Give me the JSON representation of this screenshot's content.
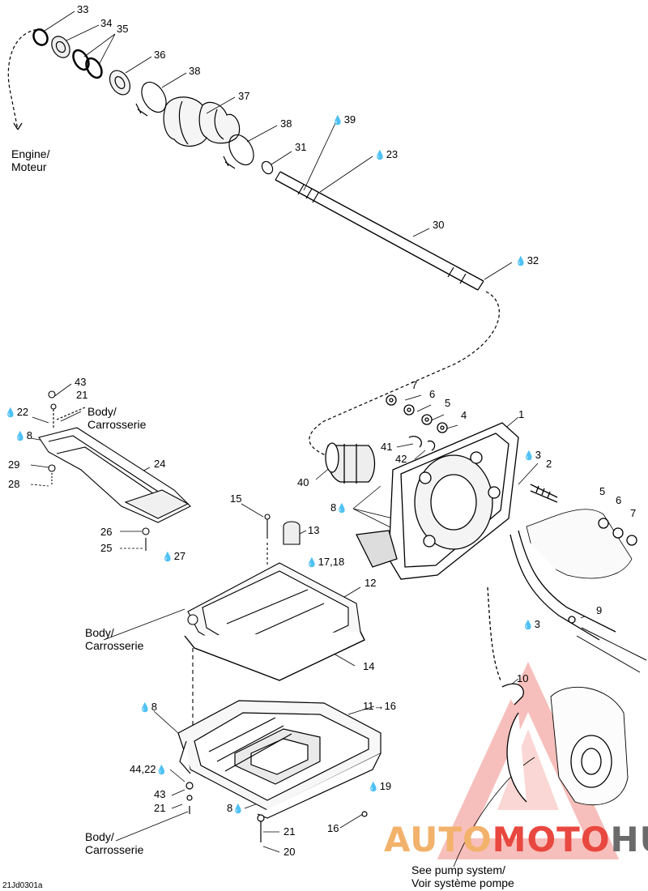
{
  "diagram": {
    "code": "21Jd0301a",
    "notes": {
      "engine": [
        "Engine/",
        "Moteur"
      ],
      "body_upper": [
        "Body/",
        "Carrosserie"
      ],
      "body_mid": [
        "Body/",
        "Carrosserie"
      ],
      "body_lower": [
        "Body/",
        "Carrosserie"
      ],
      "pump": [
        "See pump system/",
        "Voir système pompe"
      ]
    },
    "callouts": [
      {
        "id": "c33",
        "text": "33",
        "drop": false
      },
      {
        "id": "c34",
        "text": "34",
        "drop": false
      },
      {
        "id": "c35",
        "text": "35",
        "drop": false
      },
      {
        "id": "c36",
        "text": "36",
        "drop": false
      },
      {
        "id": "c38a",
        "text": "38",
        "drop": false
      },
      {
        "id": "c37",
        "text": "37",
        "drop": false
      },
      {
        "id": "c38b",
        "text": "38",
        "drop": false
      },
      {
        "id": "c39",
        "text": "39",
        "drop": true
      },
      {
        "id": "c31",
        "text": "31",
        "drop": false
      },
      {
        "id": "c23",
        "text": "23",
        "drop": true
      },
      {
        "id": "c30",
        "text": "30",
        "drop": false
      },
      {
        "id": "c32",
        "text": "32",
        "drop": true
      },
      {
        "id": "c43a",
        "text": "43",
        "drop": false
      },
      {
        "id": "c21a",
        "text": "21",
        "drop": false
      },
      {
        "id": "c22",
        "text": "22",
        "drop": true
      },
      {
        "id": "c8a",
        "text": "8",
        "drop": true
      },
      {
        "id": "c29",
        "text": "29",
        "drop": false
      },
      {
        "id": "c24",
        "text": "24",
        "drop": false
      },
      {
        "id": "c28",
        "text": "28",
        "drop": false
      },
      {
        "id": "c26",
        "text": "26",
        "drop": false
      },
      {
        "id": "c25",
        "text": "25",
        "drop": false
      },
      {
        "id": "c27",
        "text": "27",
        "drop": true
      },
      {
        "id": "c7a",
        "text": "7",
        "drop": false
      },
      {
        "id": "c6a",
        "text": "6",
        "drop": false
      },
      {
        "id": "c5a",
        "text": "5",
        "drop": false
      },
      {
        "id": "c4",
        "text": "4",
        "drop": false
      },
      {
        "id": "c1",
        "text": "1",
        "drop": false
      },
      {
        "id": "c41",
        "text": "41",
        "drop": false
      },
      {
        "id": "c42",
        "text": "42",
        "drop": false
      },
      {
        "id": "c40",
        "text": "40",
        "drop": false
      },
      {
        "id": "c3a",
        "text": "3",
        "drop": true
      },
      {
        "id": "c2",
        "text": "2",
        "drop": false
      },
      {
        "id": "c8b",
        "text": "8",
        "drop": true
      },
      {
        "id": "c15",
        "text": "15",
        "drop": false
      },
      {
        "id": "c13",
        "text": "13",
        "drop": false
      },
      {
        "id": "c1718",
        "text": "17,18",
        "drop": true
      },
      {
        "id": "c5b",
        "text": "5",
        "drop": false
      },
      {
        "id": "c6b",
        "text": "6",
        "drop": false
      },
      {
        "id": "c7b",
        "text": "7",
        "drop": false
      },
      {
        "id": "c12",
        "text": "12",
        "drop": false
      },
      {
        "id": "c9",
        "text": "9",
        "drop": false
      },
      {
        "id": "c3b",
        "text": "3",
        "drop": true
      },
      {
        "id": "c14",
        "text": "14",
        "drop": false
      },
      {
        "id": "c10",
        "text": "10",
        "drop": false
      },
      {
        "id": "c8c",
        "text": "8",
        "drop": true
      },
      {
        "id": "c1116",
        "text": "11→16",
        "drop": false
      },
      {
        "id": "c4422",
        "text": "44,22",
        "drop": true
      },
      {
        "id": "c43b",
        "text": "43",
        "drop": false
      },
      {
        "id": "c21b",
        "text": "21",
        "drop": false
      },
      {
        "id": "c8d",
        "text": "8",
        "drop": true
      },
      {
        "id": "c19",
        "text": "19",
        "drop": true
      },
      {
        "id": "c16",
        "text": "16",
        "drop": false
      },
      {
        "id": "c21c",
        "text": "21",
        "drop": false
      },
      {
        "id": "c20",
        "text": "20",
        "drop": false
      }
    ]
  },
  "watermark": {
    "parts": [
      "AUTO",
      "MOTO",
      "HUB"
    ],
    "colors": [
      "#f2b26b",
      "#e8483f",
      "#6b6b6b"
    ]
  }
}
